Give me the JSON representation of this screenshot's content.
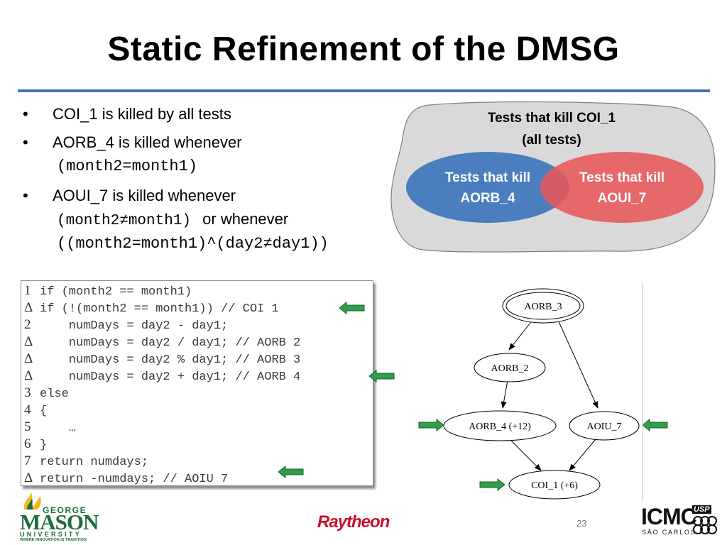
{
  "slide": {
    "title": "Static Refinement of the DMSG",
    "page_number": "23",
    "accent_color": "#4a72b3"
  },
  "bullets": {
    "bullet_char": "•",
    "b1": "COI_1 is killed by all tests",
    "b2": "AORB_4 is killed whenever",
    "b2_code": "(month2=month1)",
    "b3": "AOUI_7 is killed whenever",
    "b3_code1": "(month2≠month1)",
    "b3_or": "or whenever",
    "b3_code2": "((month2=month1)^(day2≠day1))"
  },
  "venn": {
    "outer_label_1": "Tests that kill COI_1",
    "outer_label_2": "(all tests)",
    "left_label_1": "Tests that kill",
    "left_label_2": "AORB_4",
    "right_label_1": "Tests that kill",
    "right_label_2": "AOUI_7",
    "left_color": "#4a7ebf",
    "right_color": "#e8585a",
    "outer_color": "#d9d9d9"
  },
  "code": {
    "lines": [
      {
        "num": "1",
        "text": "if (month2 == month1)"
      },
      {
        "num": "Δ",
        "text": "if (!(month2 == month1)) // COI 1"
      },
      {
        "num": "2",
        "text": "    numDays = day2 - day1;"
      },
      {
        "num": "Δ",
        "text": "    numDays = day2 / day1; // AORB 2"
      },
      {
        "num": "Δ",
        "text": "    numDays = day2 % day1; // AORB 3"
      },
      {
        "num": "Δ",
        "text": "    numDays = day2 + day1; // AORB 4"
      },
      {
        "num": "3",
        "text": "else"
      },
      {
        "num": "4",
        "text": "{"
      },
      {
        "num": "5",
        "text": "    …"
      },
      {
        "num": "6",
        "text": "}"
      },
      {
        "num": "7",
        "text": "return numdays;"
      },
      {
        "num": "Δ",
        "text": "return -numdays; // AOIU 7"
      }
    ]
  },
  "graph": {
    "nodes": {
      "aorb3": "AORB_3",
      "aorb2": "AORB_2",
      "aorb4": "AORB_4 (+12)",
      "aoiu7": "AOIU_7",
      "coi1": "COI_1 (+6)"
    }
  },
  "logos": {
    "gmu_george": "GEORGE",
    "gmu_mason": "MASON",
    "gmu_university": "UNIVERSITY",
    "gmu_tagline": "WHERE INNOVATION IS TRADITION",
    "raytheon": "Raytheon",
    "icmc": "ICMC",
    "usp": "USP",
    "sao_carlos": "SÃO CARLOS"
  },
  "arrow_color": "#2e9e4a"
}
